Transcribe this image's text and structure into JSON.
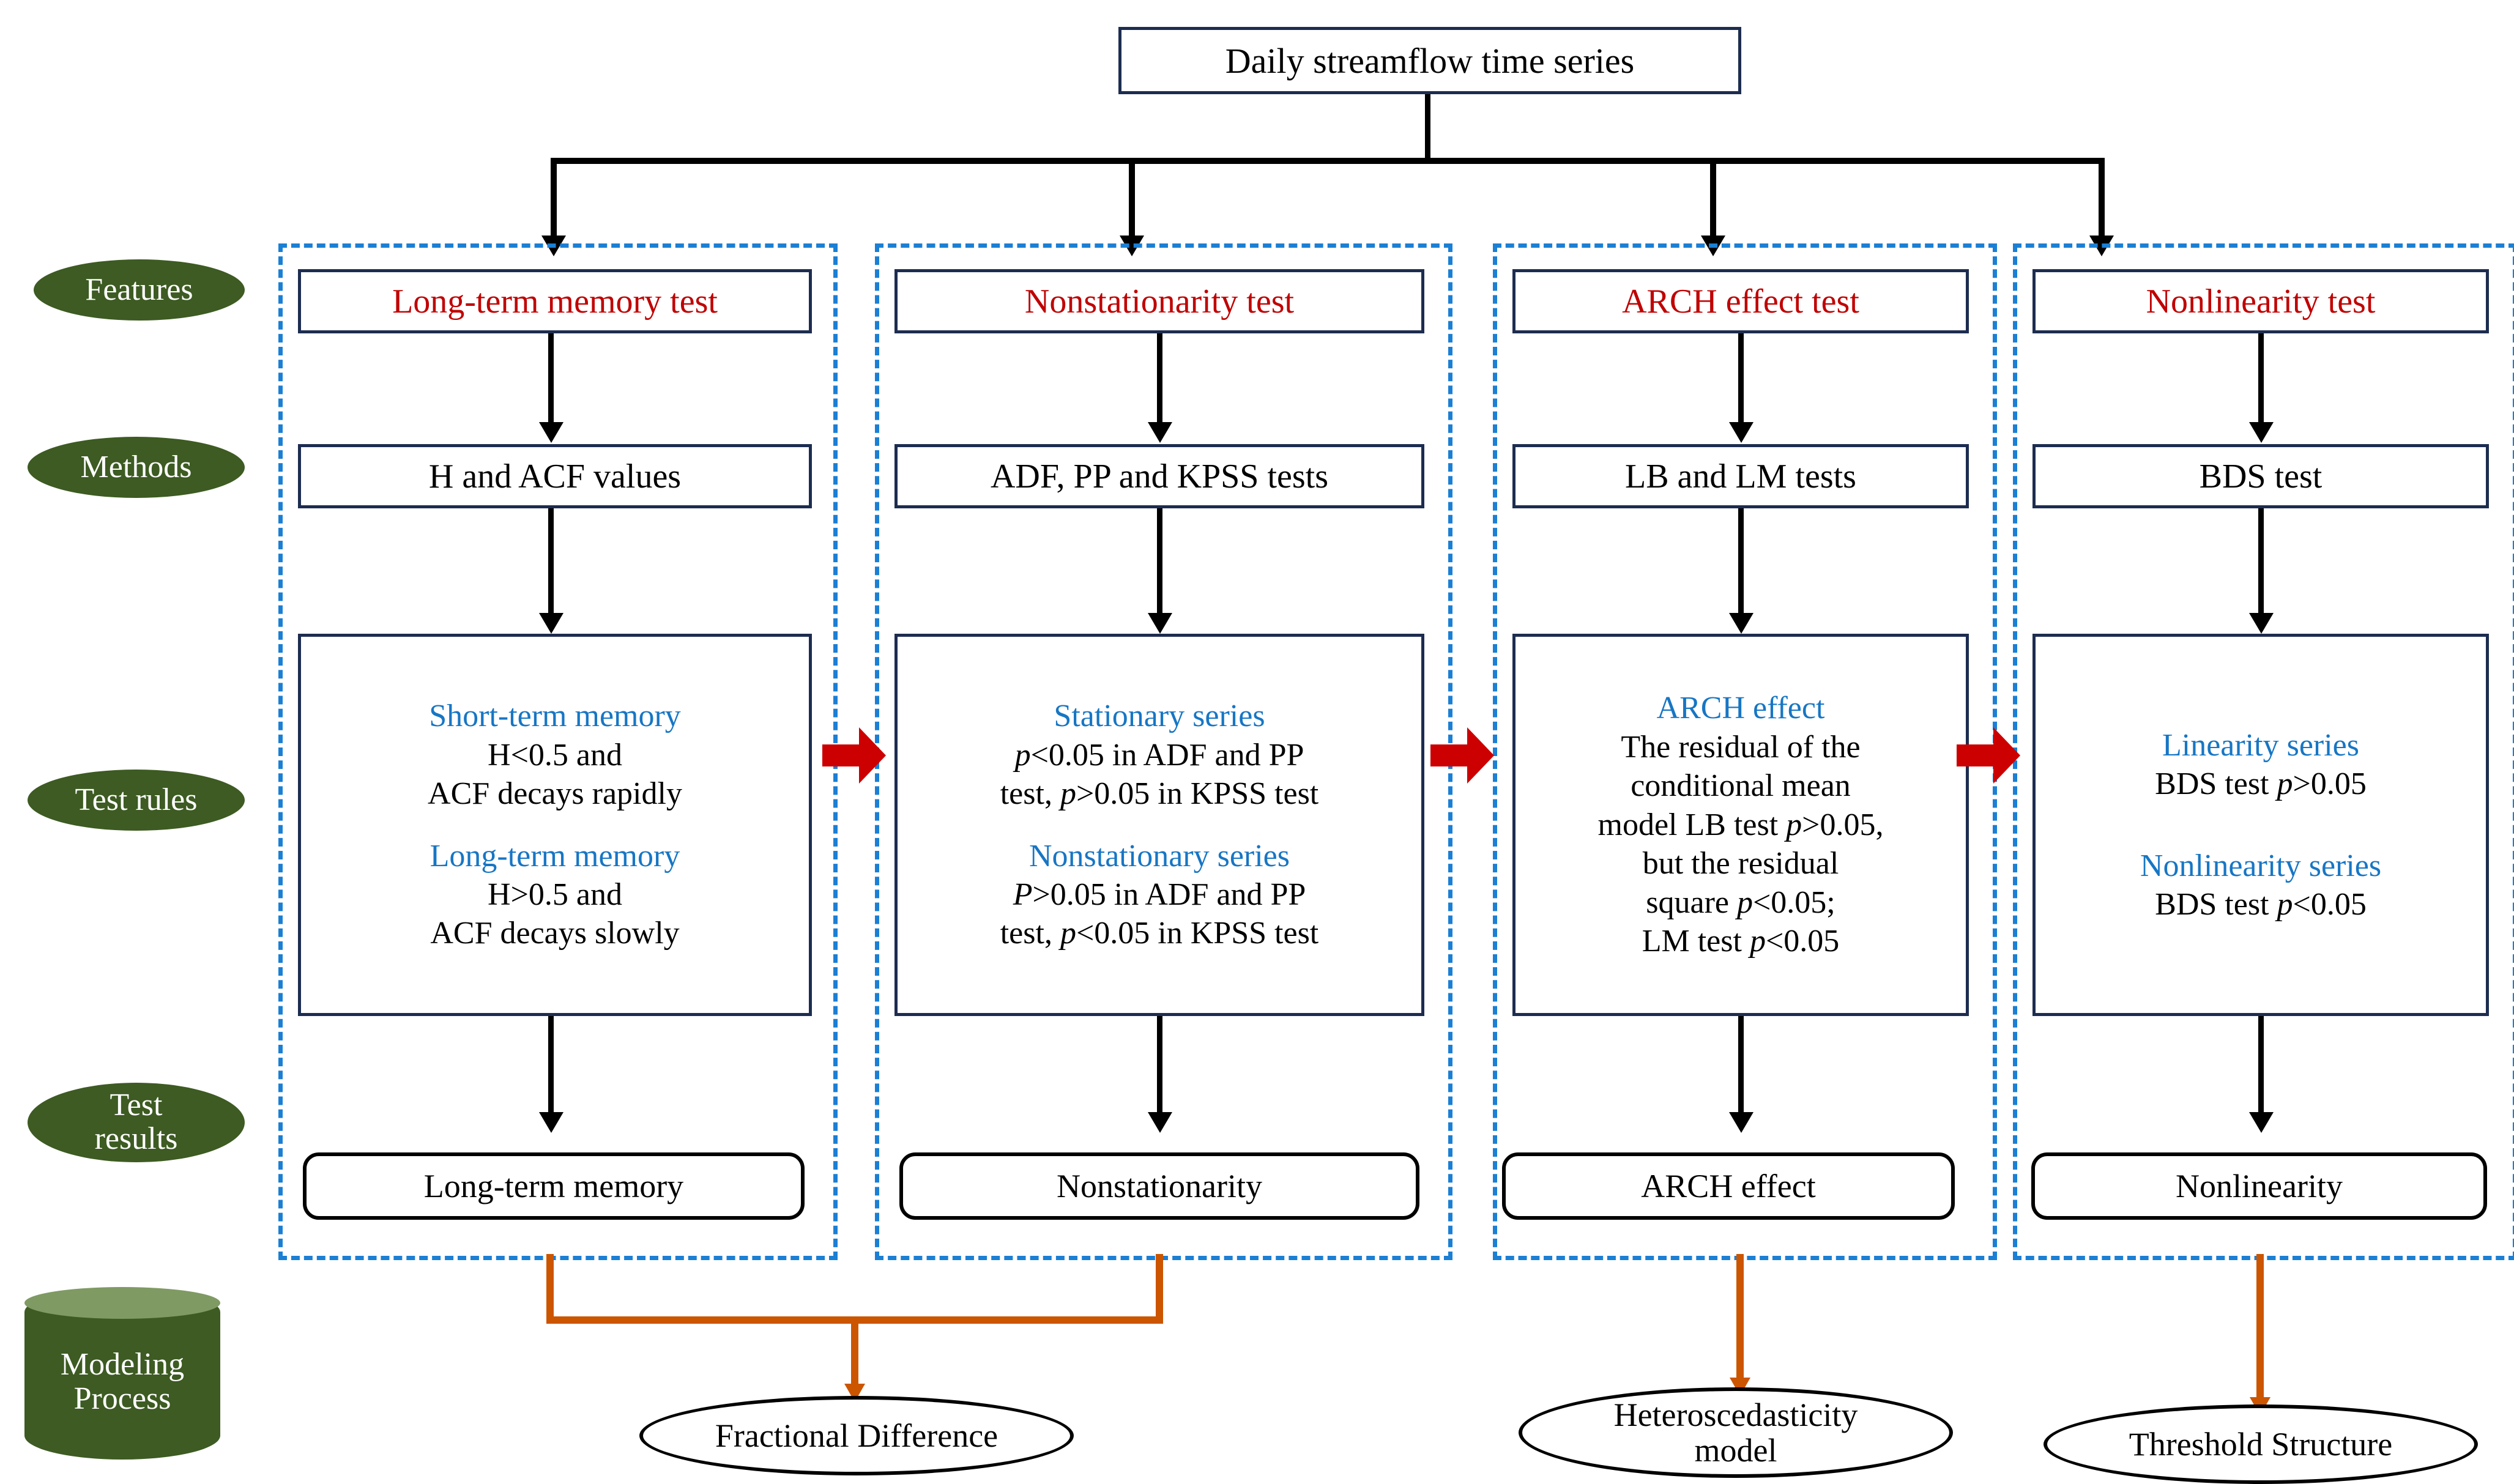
{
  "title_box": {
    "label": "Daily streamflow time series"
  },
  "stages": [
    {
      "id": "features",
      "label": "Features"
    },
    {
      "id": "methods",
      "label": "Methods"
    },
    {
      "id": "test-rules",
      "label": "Test rules"
    },
    {
      "id": "test-results",
      "label": "Test results"
    },
    {
      "id": "modeling-process",
      "label": "Modeling Process"
    }
  ],
  "columns": [
    {
      "id": "long-term-memory",
      "feature": "Long-term memory test",
      "method": "H and ACF values",
      "rules": [
        {
          "heading": "Short-term memory",
          "lines": [
            "H<0.5 and",
            "ACF decays rapidly"
          ]
        },
        {
          "heading": "Long-term memory",
          "lines": [
            "H>0.5 and",
            "ACF decays slowly"
          ]
        }
      ],
      "result": "Long-term memory"
    },
    {
      "id": "nonstationarity",
      "feature": "Nonstationarity test",
      "method": "ADF, PP and KPSS tests",
      "rules": [
        {
          "heading": "Stationary series",
          "lines": [
            "p<0.05 in ADF and PP",
            "test, p>0.05 in KPSS test"
          ]
        },
        {
          "heading": "Nonstationary series",
          "lines": [
            "P>0.05 in ADF and PP",
            "test, p<0.05 in KPSS test"
          ]
        }
      ],
      "result": "Nonstationarity"
    },
    {
      "id": "arch-effect",
      "feature": "ARCH effect test",
      "method": "LB and LM tests",
      "rules": [
        {
          "heading": "ARCH effect",
          "lines": [
            "The residual of the",
            "conditional mean",
            "model LB test p>0.05,",
            "but the residual",
            "square p<0.05;",
            "LM test p<0.05"
          ]
        }
      ],
      "result": "ARCH effect"
    },
    {
      "id": "nonlinearity",
      "feature": "Nonlinearity test",
      "method": "BDS test",
      "rules": [
        {
          "heading": "Linearity series",
          "lines": [
            "BDS test p>0.05"
          ]
        },
        {
          "heading": "Nonlinearity series",
          "lines": [
            "BDS test p<0.05"
          ]
        }
      ],
      "result": "Nonlinearity"
    }
  ],
  "models": [
    {
      "id": "fractional-difference",
      "label": "Fractional Difference"
    },
    {
      "id": "heteroscedasticity-model",
      "label": "Heteroscedasticity model"
    },
    {
      "id": "threshold-structure",
      "label": "Threshold Structure"
    }
  ],
  "colors": {
    "feature_text": "#c00000",
    "rule_heading": "#1776c4",
    "box_border": "#1d2d50",
    "dashed_container": "#1b7fd4",
    "stage_fill": "#3d5b22",
    "cylinder_top": "#7f9a63",
    "flow_arrow": "#000000",
    "model_arrow": "#cc5500",
    "sequence_arrow": "#cc0000"
  }
}
